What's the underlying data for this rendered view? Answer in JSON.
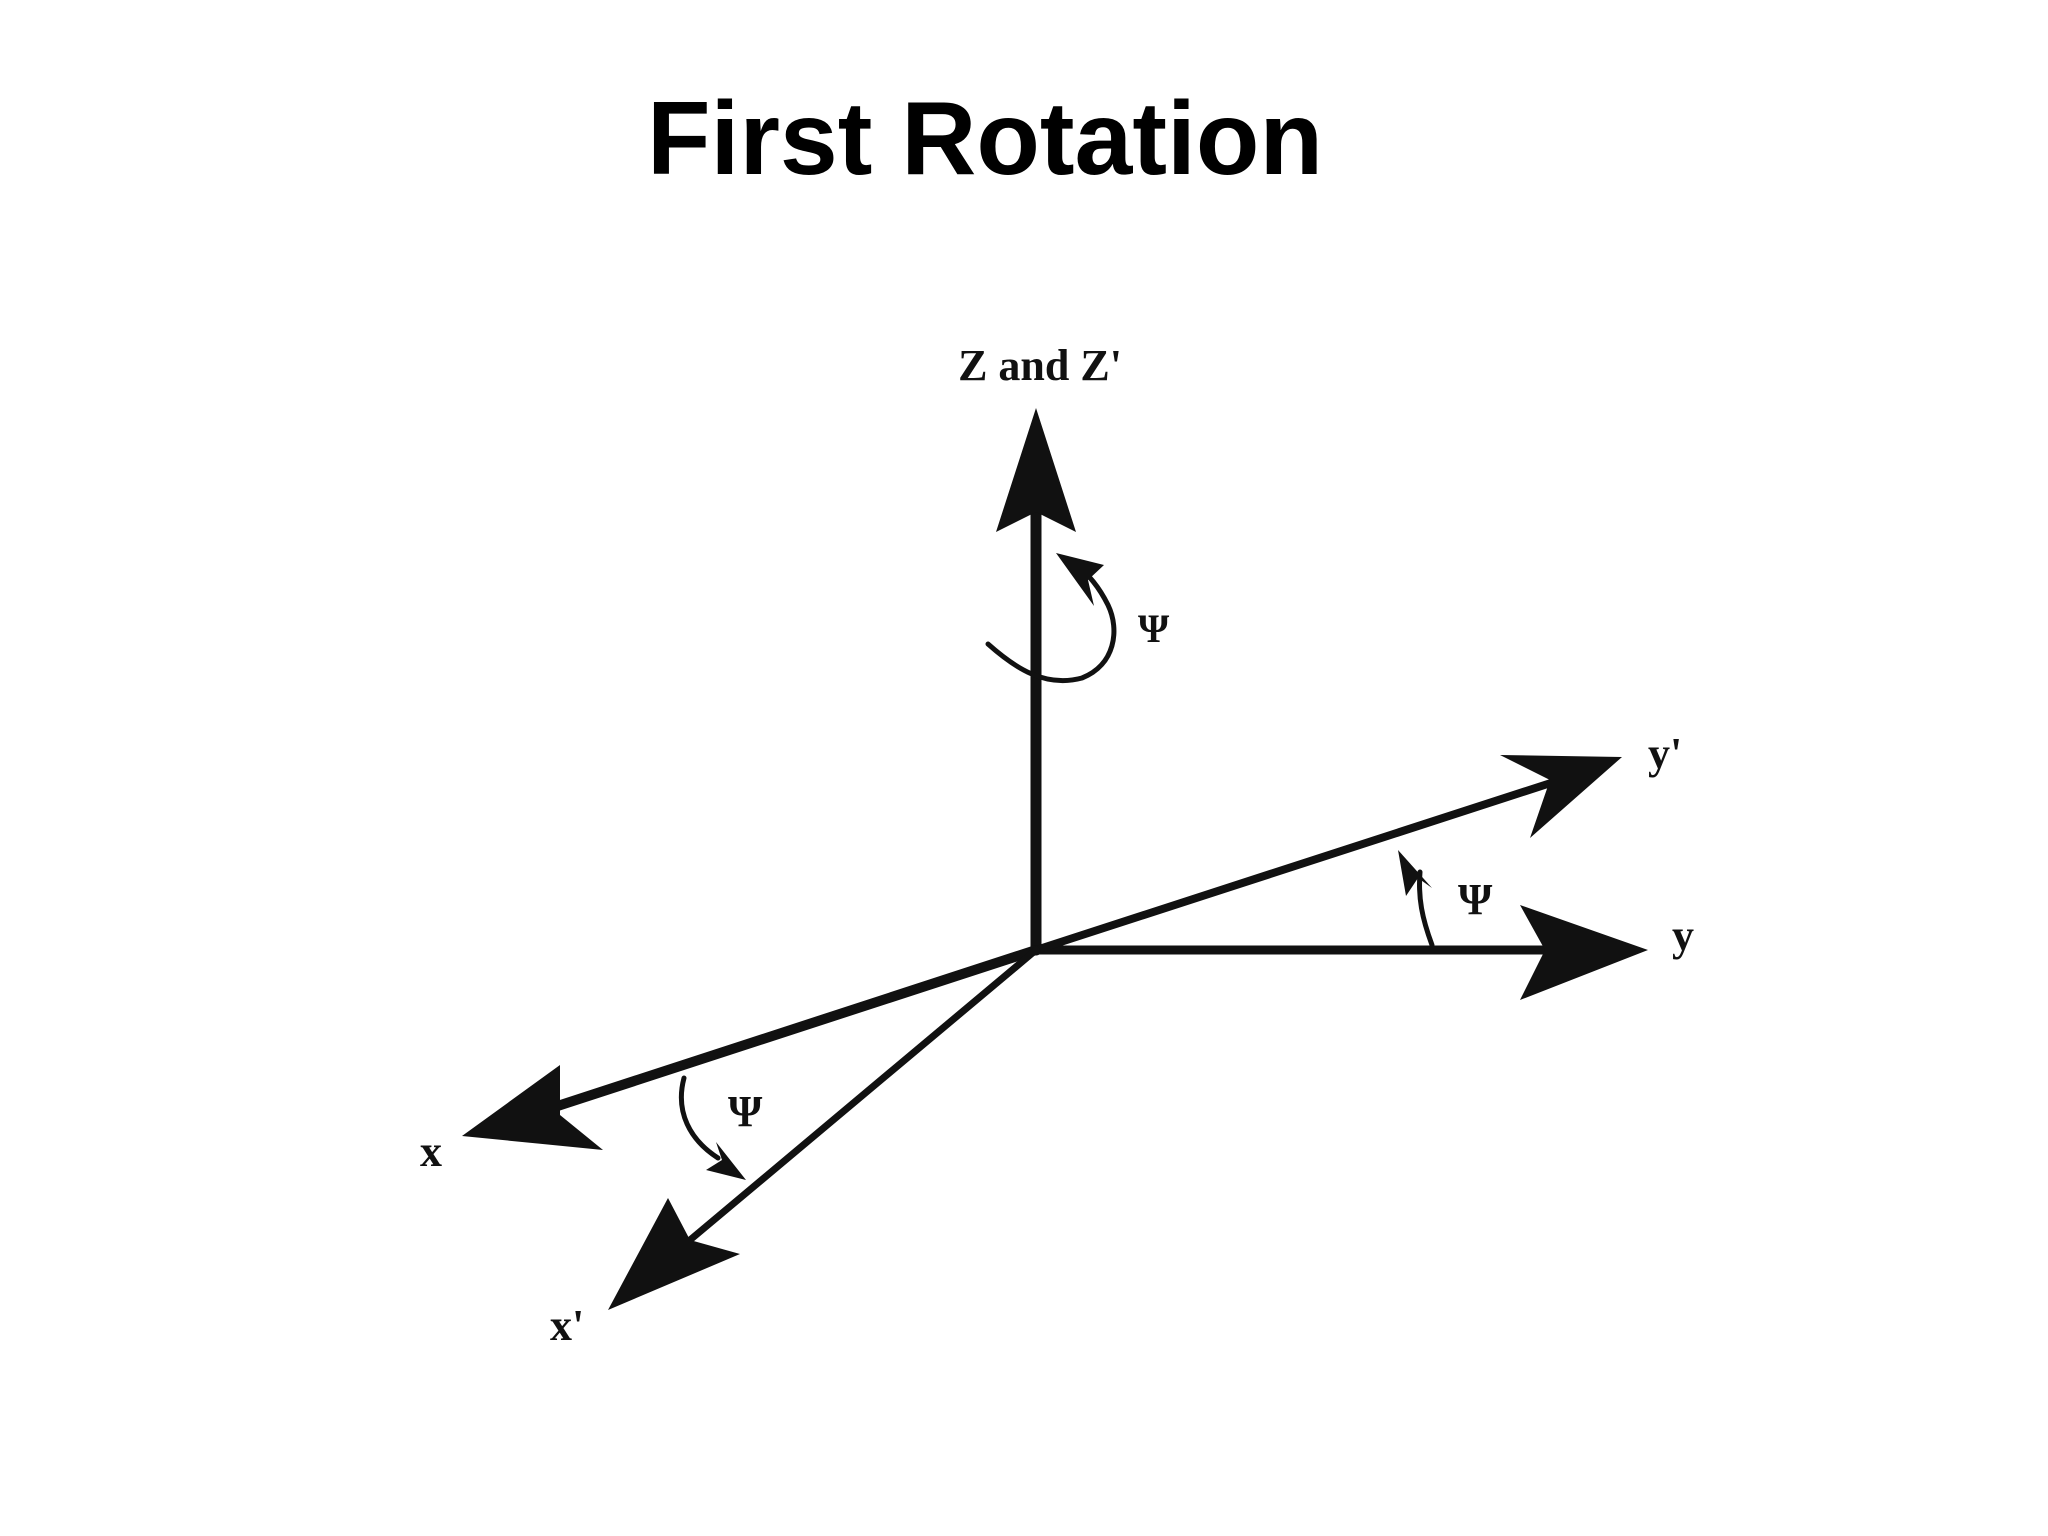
{
  "title": "First Rotation",
  "diagram": {
    "z_axis_label": "Z and Z'",
    "y_axis_label": "y",
    "y_prime_label": "y'",
    "x_axis_label": "x",
    "x_prime_label": "x'",
    "angle_symbol": "Ψ",
    "angle_labels": [
      "Ψ",
      "Ψ",
      "Ψ"
    ]
  },
  "colors": {
    "background": "#ffffff",
    "ink": "#111111"
  }
}
